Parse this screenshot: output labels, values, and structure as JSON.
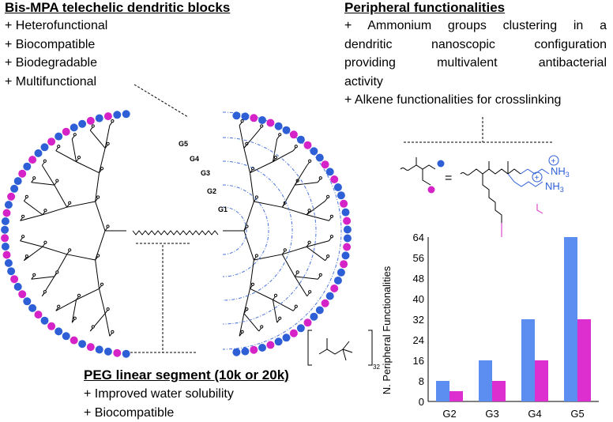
{
  "left_block": {
    "heading": "Bis-MPA telechelic dendritic blocks",
    "items": [
      "+ Heterofunctional",
      "+ Biocompatible",
      "+ Biodegradable",
      "+ Multifunctional"
    ]
  },
  "right_block": {
    "heading": "Peripheral functionalities",
    "line1": "+ Ammonium groups clustering in a",
    "line2": "dendritic nanoscopic configuration",
    "line3": "providing multivalent antibacterial",
    "line4": "activity",
    "line5": "+ Alkene functionalities for crosslinking"
  },
  "bottom_block": {
    "heading": "PEG linear segment (10k or 20k)",
    "items": [
      "+ Improved water solubility",
      "+ Biocompatible"
    ]
  },
  "generation_labels": [
    "G5",
    "G4",
    "G3",
    "G2",
    "G1"
  ],
  "scheme": {
    "equals": "=",
    "nh3_top": "NH",
    "nh3_bottom": "NH",
    "sub3": "3",
    "plus": "+",
    "counterion_sub": "32"
  },
  "colors": {
    "ammonium_blue": "#2e5fd6",
    "alkene_magenta": "#d523c8",
    "bar_blue": "#5b8ef0",
    "bar_magenta": "#dd2fd0",
    "guide_blue": "#4a74d8"
  },
  "chart_data": {
    "type": "bar",
    "categories": [
      "G2",
      "G3",
      "G4",
      "G5"
    ],
    "series": [
      {
        "values": [
          8,
          16,
          32,
          64
        ]
      },
      {
        "values": [
          4,
          8,
          16,
          32
        ]
      }
    ],
    "ylabel": "N. Peripheral Functionalities",
    "xlabel": "",
    "ylim": [
      0,
      64
    ],
    "yticks": [
      0,
      8,
      16,
      24,
      32,
      40,
      48,
      56,
      64
    ],
    "grid": false
  }
}
